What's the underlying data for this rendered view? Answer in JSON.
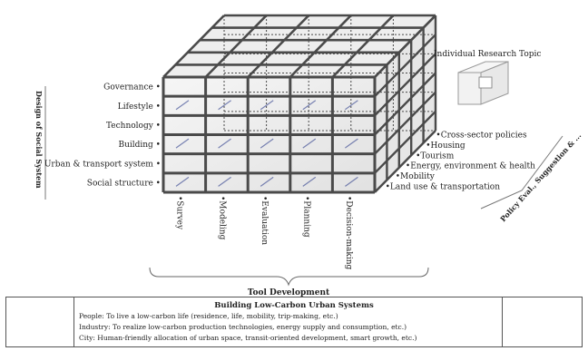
{
  "diagram": {
    "social_items": [
      "Governance",
      "Lifestyle",
      "Technology",
      "Building",
      "Urban & transport system",
      "Social structure"
    ],
    "sector_items": [
      "Cross-sector policies",
      "Housing",
      "Tourism",
      "Energy, environment & health",
      "Mobility",
      "Land use & transportation"
    ],
    "tool_items": [
      "Survey",
      "Modeling",
      "Evaluation",
      "Planning",
      "Decision-making"
    ],
    "left_axis_label": "Design of Social System",
    "right_axis_label": "Policy Eval., Suggestion & ...",
    "right_axis_small": "Policy Eval.",
    "individual_topic": "Individual Research Topic",
    "tool_development": "Tool Development"
  },
  "summary_box": {
    "title": "Building Low-Carbon Urban Systems",
    "lines": [
      "People: To live a low-carbon life (residence, life, mobility, trip-making, etc.)",
      "Industry: To realize low-carbon production technologies, energy supply and consumption, etc.)",
      "City: Human-friendly allocation of urban space, transit-oriented development, smart growth, etc.)"
    ]
  },
  "colors": {
    "grid": "#4a4a4a",
    "cube_face": "#e9e9e9",
    "accent_blue": "#2a3a8a"
  }
}
